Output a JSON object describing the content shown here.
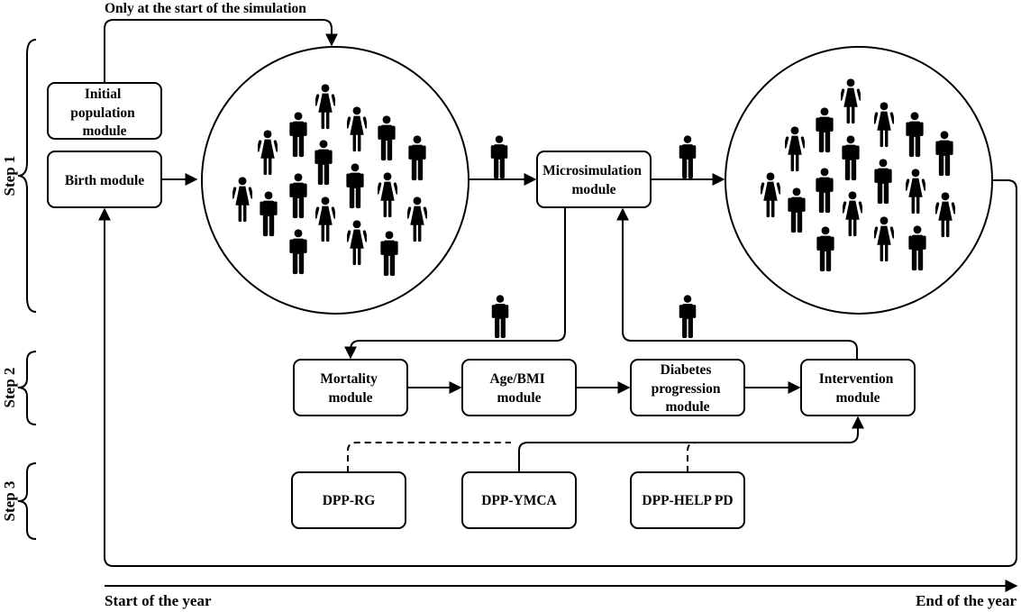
{
  "top_note": "Only at the start of the simulation",
  "steps": {
    "step1": "Step 1",
    "step2": "Step 2",
    "step3": "Step 3"
  },
  "boxes": {
    "initial_population": [
      "Initial",
      "population",
      "module"
    ],
    "birth": [
      "Birth module"
    ],
    "microsimulation": [
      "Microsimulation",
      "module"
    ],
    "mortality": [
      "Mortality",
      "module"
    ],
    "age_bmi": [
      "Age/BMI",
      "module"
    ],
    "diabetes": [
      "Diabetes",
      "progression",
      "module"
    ],
    "intervention": [
      "Intervention",
      "module"
    ],
    "dpp_rg": [
      "DPP-RG"
    ],
    "dpp_ymca": [
      "DPP-YMCA"
    ],
    "dpp_help": [
      "DPP-HELP PD"
    ]
  },
  "timeline": {
    "start": "Start of the year",
    "end": "End of the year"
  },
  "icons": {
    "person_male": "person-male-icon",
    "person_female": "person-female-icon"
  },
  "colors": {
    "ink": "#000000",
    "background": "#ffffff"
  }
}
